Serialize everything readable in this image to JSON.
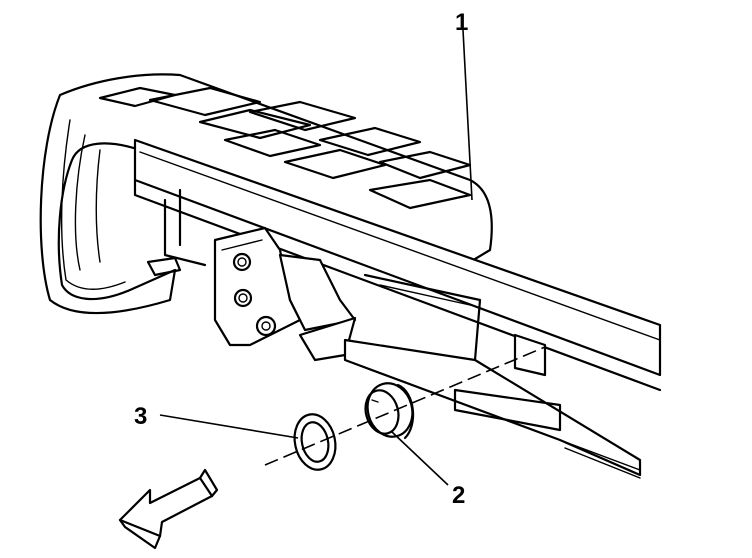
{
  "callouts": [
    {
      "id": "1",
      "label": "1"
    },
    {
      "id": "2",
      "label": "2"
    },
    {
      "id": "3",
      "label": "3"
    }
  ],
  "icons": {
    "direction_arrow": "front-direction-arrow-icon"
  },
  "colors": {
    "line": "#000000",
    "background": "#ffffff"
  }
}
